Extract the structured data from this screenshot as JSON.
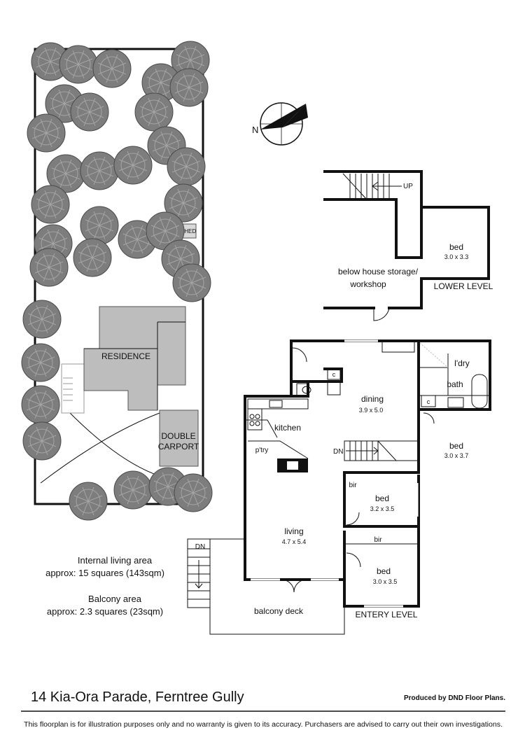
{
  "site": {
    "residence_label": "RESIDENCE",
    "carport_label_1": "DOUBLE",
    "carport_label_2": "CARPORT",
    "shed_label": "SHED"
  },
  "compass": {
    "north_letter": "N"
  },
  "lower_level": {
    "up_label": "UP",
    "bed": {
      "name": "bed",
      "dims": "3.0 x 3.3"
    },
    "storage_line1": "below house storage/",
    "storage_line2": "workshop",
    "level_name": "LOWER LEVEL"
  },
  "entry_level": {
    "laundry": "l'dry",
    "bath": "bath",
    "cupboard": "c",
    "dining": {
      "name": "dining",
      "dims": "3.9 x 5.0"
    },
    "kitchen": "kitchen",
    "pantry": "p'try",
    "down_label": "DN",
    "bed_a": {
      "name": "bed",
      "dims": "3.0 x 3.7"
    },
    "bed_b": {
      "name": "bed",
      "dims": "3.2 x 3.5"
    },
    "bed_c": {
      "name": "bed",
      "dims": "3.0 x 3.5"
    },
    "bir": "bir",
    "living": {
      "name": "living",
      "dims": "4.7 x 5.4"
    },
    "balcony": "balcony deck",
    "level_name": "ENTERY LEVEL"
  },
  "areas": {
    "internal_title": "Internal living area",
    "internal_value": "approx: 15 squares (143sqm)",
    "balcony_title": "Balcony area",
    "balcony_value": "approx: 2.3 squares (23sqm)"
  },
  "footer": {
    "address": "14 Kia-Ora Parade, Ferntree Gully",
    "credit": "Produced by DND Floor Plans.",
    "disclaimer": "This floorplan is for illustration purposes only and no warranty is given to its accuracy. Purchasers are advised to carry out their own investigations."
  }
}
